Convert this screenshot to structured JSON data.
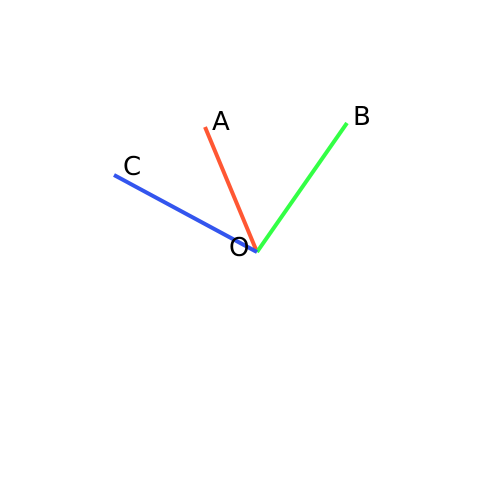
{
  "diagram": {
    "origin_label": "O",
    "rays": [
      {
        "label": "A",
        "color": "#ff5733"
      },
      {
        "label": "B",
        "color": "#33ff45"
      },
      {
        "label": "C",
        "color": "#3355ee"
      }
    ]
  }
}
